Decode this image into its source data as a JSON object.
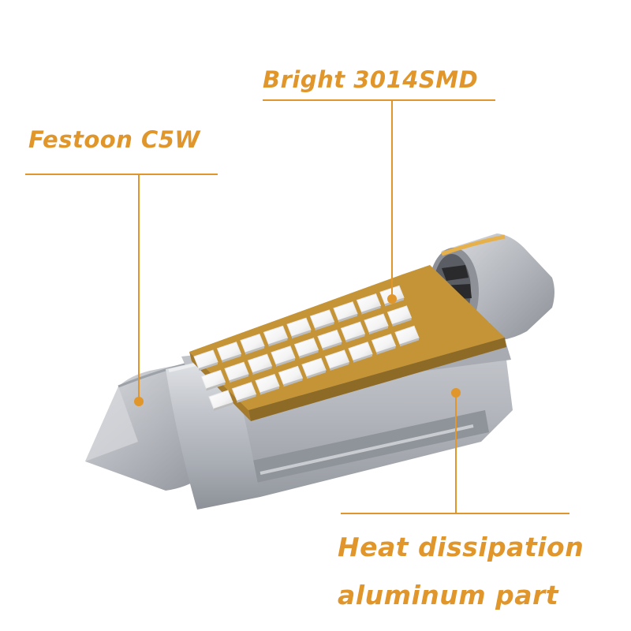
{
  "callouts": {
    "festoon": "Festoon C5W",
    "smd": "Bright 3014SMD",
    "heat_line1": "Heat dissipation",
    "heat_line2": "aluminum part"
  },
  "colors": {
    "accent": "#e0962a",
    "led": "#f2f2f2",
    "metal": "#b9bcc2",
    "pcb": "#b8892c"
  }
}
